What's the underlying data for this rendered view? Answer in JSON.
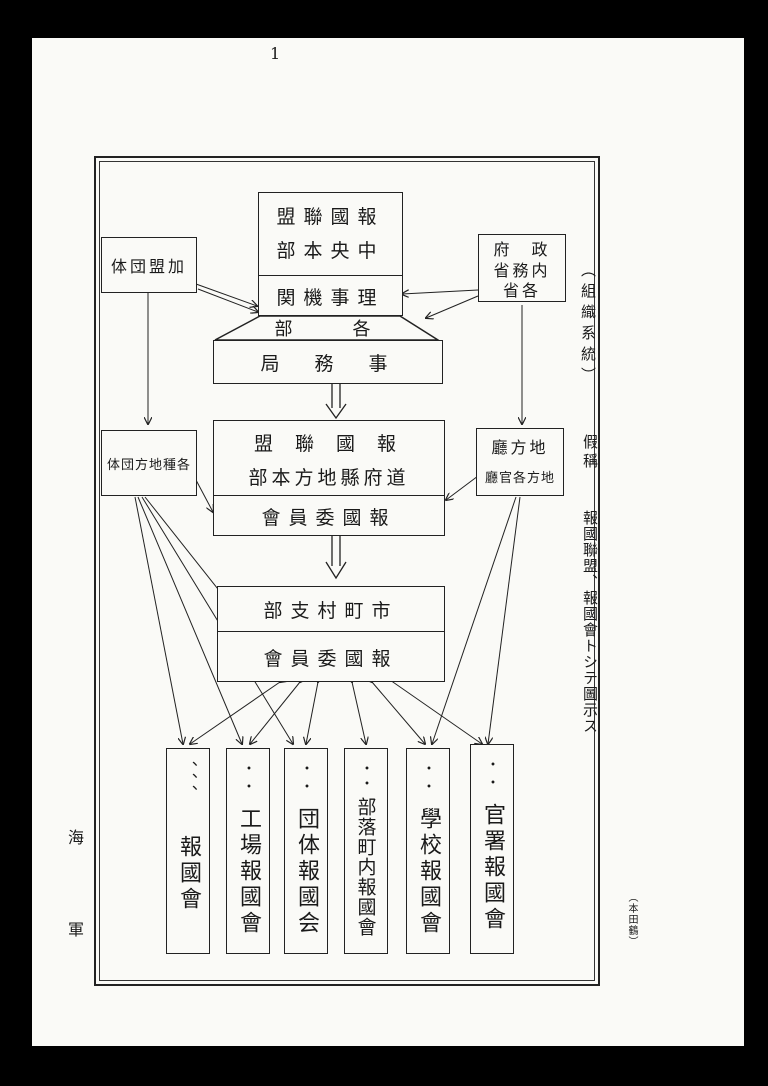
{
  "page_number": "1",
  "central": {
    "line1": "盟聯國報",
    "line2": "部本央中",
    "line3": "関機事理"
  },
  "each_dept": "部　　各",
  "secretariat": "局　務　事",
  "affiliated": "体団盟加",
  "government": {
    "line1": "府　政",
    "line2": "省務内",
    "line3": "省各"
  },
  "prefectural": {
    "line1": "盟 聯 國 報",
    "line2": "部本方地縣府道",
    "line3": "會員委國報"
  },
  "local_groups": "体団方地種各",
  "local_office": {
    "line1": "廳方地",
    "line2": "廳官各方地"
  },
  "municipal": {
    "line1": "部支村町市",
    "line2": "會員委國報"
  },
  "units": [
    {
      "marks": "、、、",
      "label": "報國會"
    },
    {
      "marks": "・・",
      "label": "工場報國會"
    },
    {
      "marks": "・・",
      "label": "団体報國会"
    },
    {
      "marks": "・・",
      "label": "部落町内報國會"
    },
    {
      "marks": "・・",
      "label": "學校報國會"
    },
    {
      "marks": "・・",
      "label": "官署報國會"
    }
  ],
  "side_title": "（組織系統）",
  "side_note1": "假稱",
  "side_note2": "報國聯盟、報國會トシテ圖示ス",
  "left_margin1": "海",
  "left_margin2": "軍",
  "stamp": "（本田鶴）"
}
